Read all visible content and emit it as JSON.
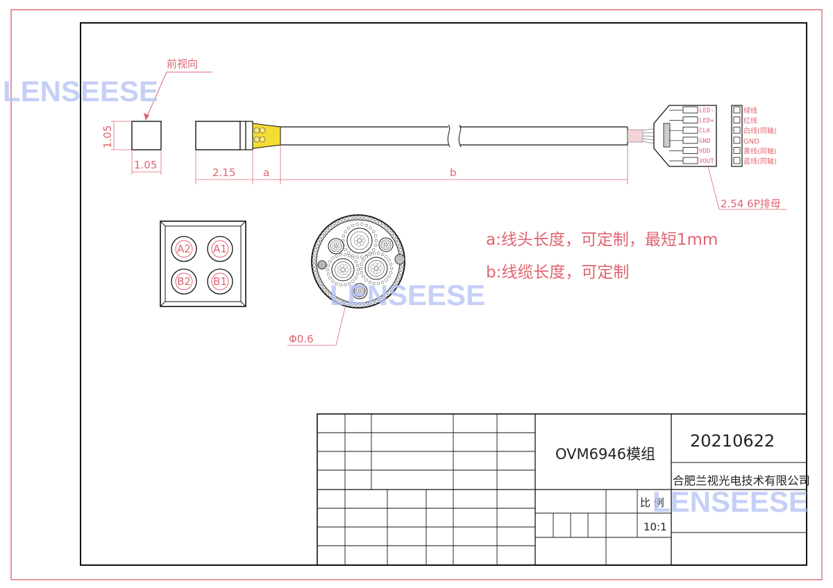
{
  "labels": {
    "front_view": "前视向",
    "dim_height": "1.05",
    "dim_width": "1.05",
    "dim_head": "2.15",
    "dim_a": "a",
    "dim_b": "b",
    "connector_spec": "2.54 6P排母",
    "cable_diameter": "Φ0.6"
  },
  "pads": [
    "A2",
    "A1",
    "B2",
    "B1"
  ],
  "pins": [
    "LED-",
    "LED+",
    "CLK",
    "GND",
    "VDD",
    "VOUT"
  ],
  "wires": [
    "绿线",
    "红线",
    "白线(同轴)",
    "GND",
    "黄线(同轴)",
    "蓝线(同轴)"
  ],
  "notes": {
    "a": "a:线头长度，可定制，最短1mm",
    "b": "b:线缆长度，可定制"
  },
  "title_block": {
    "product": "OVM6946模组",
    "date": "20210622",
    "company": "合肥兰视光电技术有限公司",
    "scale_label": "比 例",
    "scale_value": "10:1"
  },
  "watermark": "LENSEESE"
}
